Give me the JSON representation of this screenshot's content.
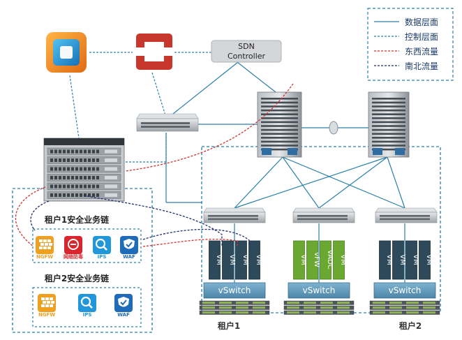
{
  "legend": {
    "items": [
      {
        "label": "数据层面",
        "style": "solid",
        "color": "#2a7fa8"
      },
      {
        "label": "控制层面",
        "style": "dashed",
        "color": "#2a7fa8"
      },
      {
        "label": "东西流量",
        "style": "dashed",
        "color": "#d0312d"
      },
      {
        "label": "南北流量",
        "style": "dashed",
        "color": "#1f2d6b"
      }
    ]
  },
  "controller": {
    "line1": "SDN",
    "line2": "Controller"
  },
  "chain1": {
    "title": "租户1安全业务链",
    "items": [
      {
        "label": "NGFW",
        "icon": "firewall-icon",
        "color": "#f0a020"
      },
      {
        "label": "网络防毒",
        "icon": "antivirus-icon",
        "color": "#d8262e"
      },
      {
        "label": "IPS",
        "icon": "magnifier-icon",
        "color": "#2196d8"
      },
      {
        "label": "WAF",
        "icon": "shield-icon",
        "color": "#1f6bb8"
      }
    ]
  },
  "chain2": {
    "title": "租户2安全业务链",
    "items": [
      {
        "label": "NGFW",
        "icon": "firewall-icon",
        "color": "#f0a020"
      },
      {
        "label": "IPS",
        "icon": "magnifier-icon",
        "color": "#2196d8"
      },
      {
        "label": "WAF",
        "icon": "shield-icon",
        "color": "#1f6bb8"
      }
    ]
  },
  "hosts": [
    {
      "vswitch": "vSwitch",
      "vms": [
        "VM",
        "VM",
        "VM",
        "VM"
      ],
      "color": "#2e4a5a"
    },
    {
      "vswitch": "vSwitch",
      "vms": [
        "VM",
        "vFW",
        "vADC",
        "VM"
      ],
      "color": "#6aa832"
    },
    {
      "vswitch": "vSwitch",
      "vms": [
        "VM",
        "VM",
        "VM",
        "VM"
      ],
      "color": "#2e4a5a"
    }
  ],
  "tenants": {
    "t1": "租户1",
    "t2": "租户2"
  },
  "colors": {
    "teal": "#2a7fa8",
    "red": "#d0312d",
    "navy": "#1f2d6b"
  }
}
